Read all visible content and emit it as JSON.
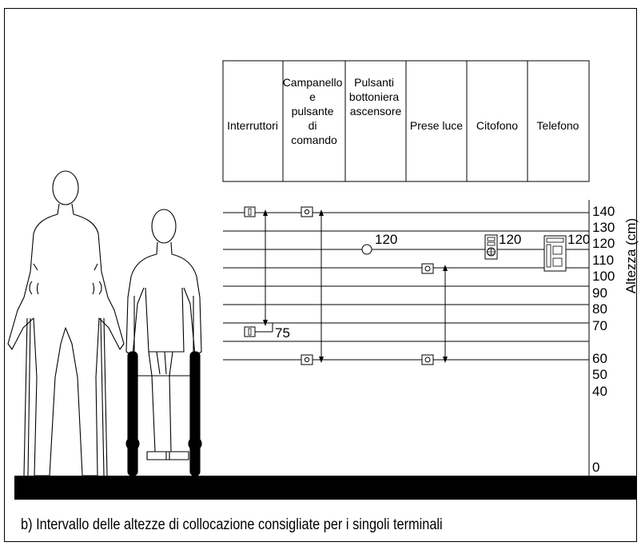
{
  "table": {
    "columns": [
      {
        "lines": [
          "Interruttori"
        ]
      },
      {
        "lines": [
          "Campanello",
          "e",
          "pulsante",
          "di",
          "comando"
        ]
      },
      {
        "lines": [
          "Pulsanti",
          "bottoniera",
          "ascensore"
        ]
      },
      {
        "lines": [
          "Prese luce"
        ]
      },
      {
        "lines": [
          "Citofono"
        ]
      },
      {
        "lines": [
          "Telefono"
        ]
      }
    ]
  },
  "scale": {
    "label": "Altezza (cm)",
    "ticks": [
      "140",
      "130",
      "120",
      "110",
      "100",
      "90",
      "80",
      "70",
      "60",
      "50",
      "40",
      "0"
    ]
  },
  "height_labels": {
    "interruttori_min": "75",
    "pulsanti": "120",
    "citofono": "120",
    "telefono": "120"
  },
  "ranges": {
    "interruttori": {
      "min_cm": 75,
      "max_cm": 140
    },
    "campanello": {
      "min_cm": 60,
      "max_cm": 140
    },
    "pulsanti_ascensore": {
      "value_cm": 120
    },
    "prese_luce": {
      "min_cm": 60,
      "max_cm": 115
    },
    "citofono": {
      "value_cm": 120
    },
    "telefono": {
      "value_cm": 120
    }
  },
  "caption": "b) Intervallo delle altezze di collocazione consigliate per i singoli terminali"
}
